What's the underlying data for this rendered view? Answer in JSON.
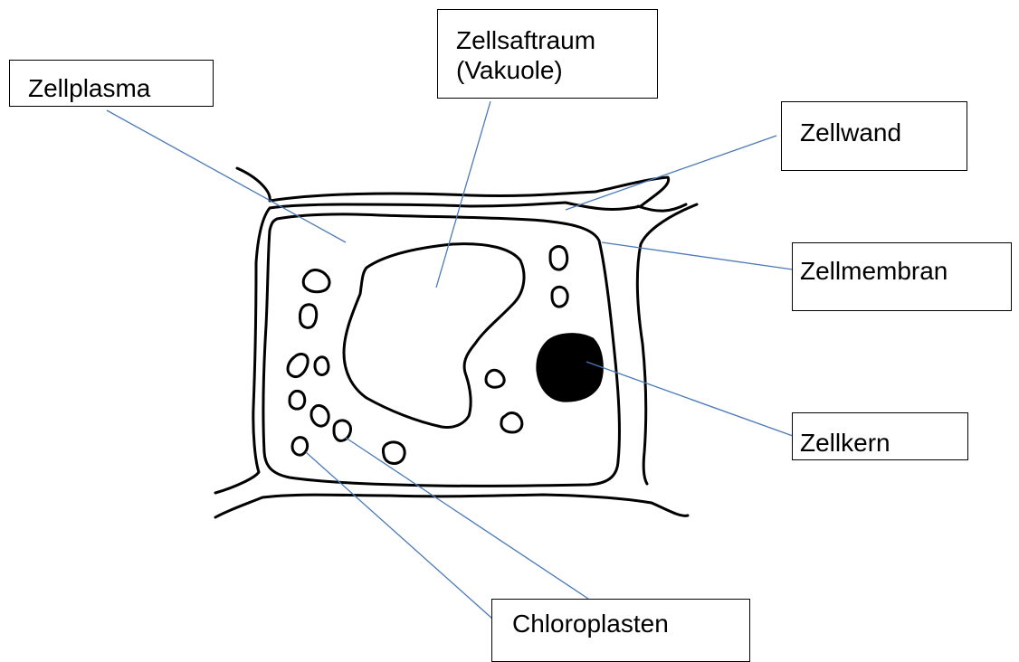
{
  "labels": {
    "zellplasma": "Zellplasma",
    "zellsaftraum_line1": "Zellsaftraum",
    "zellsaftraum_line2": "(Vakuole)",
    "zellwand": "Zellwand",
    "zellmembran": "Zellmembran",
    "zellkern": "Zellkern",
    "chloroplasten": "Chloroplasten"
  },
  "colors": {
    "leader_line": "#4a7ab8",
    "outline": "#000000",
    "background": "#ffffff"
  }
}
